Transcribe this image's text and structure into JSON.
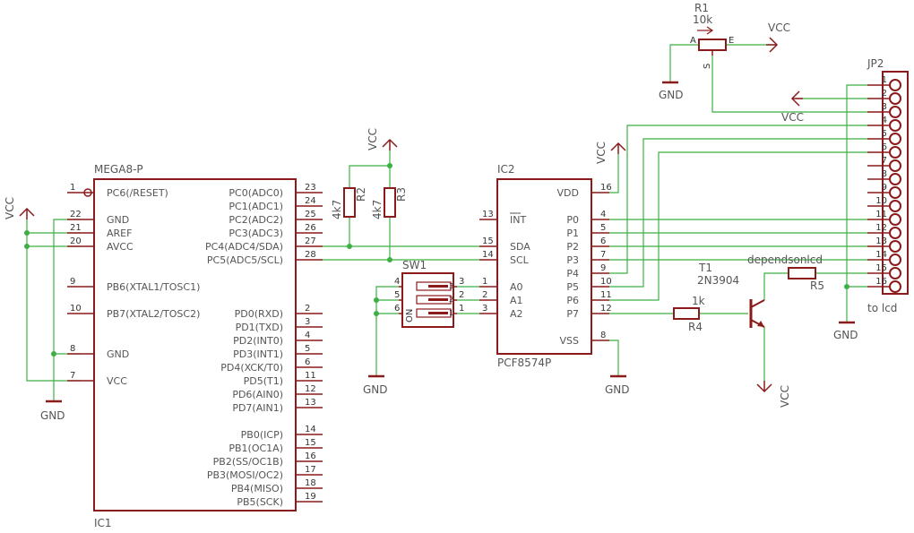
{
  "colors": {
    "part": "#8b1a1a",
    "wire": "#3cb043",
    "text": "#555555"
  },
  "ic1": {
    "name": "IC1",
    "value": "MEGA8-P",
    "left_pins": [
      {
        "num": "1",
        "label": "PC6(/RESET)"
      },
      {
        "num": "22",
        "label": "GND"
      },
      {
        "num": "21",
        "label": "AREF"
      },
      {
        "num": "20",
        "label": "AVCC"
      },
      {
        "num": "9",
        "label": "PB6(XTAL1/TOSC1)"
      },
      {
        "num": "10",
        "label": "PB7(XTAL2/TOSC2)"
      },
      {
        "num": "8",
        "label": "GND"
      },
      {
        "num": "7",
        "label": "VCC"
      }
    ],
    "right_pins": [
      {
        "num": "23",
        "label": "PC0(ADC0)"
      },
      {
        "num": "24",
        "label": "PC1(ADC1)"
      },
      {
        "num": "25",
        "label": "PC2(ADC2)"
      },
      {
        "num": "26",
        "label": "PC3(ADC3)"
      },
      {
        "num": "27",
        "label": "PC4(ADC4/SDA)"
      },
      {
        "num": "28",
        "label": "PC5(ADC5/SCL)"
      },
      {
        "num": "2",
        "label": "PD0(RXD)"
      },
      {
        "num": "3",
        "label": "PD1(TXD)"
      },
      {
        "num": "4",
        "label": "PD2(INT0)"
      },
      {
        "num": "5",
        "label": "PD3(INT1)"
      },
      {
        "num": "6",
        "label": "PD4(XCK/T0)"
      },
      {
        "num": "11",
        "label": "PD5(T1)"
      },
      {
        "num": "12",
        "label": "PD6(AIN0)"
      },
      {
        "num": "13",
        "label": "PD7(AIN1)"
      },
      {
        "num": "14",
        "label": "PB0(ICP)"
      },
      {
        "num": "15",
        "label": "PB1(OC1A)"
      },
      {
        "num": "16",
        "label": "PB2(SS/OC1B)"
      },
      {
        "num": "17",
        "label": "PB3(MOSI/OC2)"
      },
      {
        "num": "18",
        "label": "PB4(MISO)"
      },
      {
        "num": "19",
        "label": "PB5(SCK)"
      }
    ]
  },
  "ic2": {
    "name": "IC2",
    "value": "PCF8574P",
    "left_pins": [
      {
        "num": "13",
        "label": "INT"
      },
      {
        "num": "15",
        "label": "SDA"
      },
      {
        "num": "14",
        "label": "SCL"
      },
      {
        "num": "1",
        "label": "A0"
      },
      {
        "num": "2",
        "label": "A1"
      },
      {
        "num": "3",
        "label": "A2"
      }
    ],
    "right_pins": [
      {
        "num": "16",
        "label": "VDD"
      },
      {
        "num": "4",
        "label": "P0"
      },
      {
        "num": "5",
        "label": "P1"
      },
      {
        "num": "6",
        "label": "P2"
      },
      {
        "num": "7",
        "label": "P3"
      },
      {
        "num": "9",
        "label": "P4"
      },
      {
        "num": "10",
        "label": "P5"
      },
      {
        "num": "11",
        "label": "P6"
      },
      {
        "num": "12",
        "label": "P7"
      },
      {
        "num": "8",
        "label": "VSS"
      }
    ]
  },
  "r1": {
    "name": "R1",
    "value": "10k",
    "pin_a": "A",
    "pin_e": "E",
    "pin_s": "S"
  },
  "r2": {
    "name": "R2",
    "value": "4k7"
  },
  "r3": {
    "name": "R3",
    "value": "4k7"
  },
  "r4": {
    "name": "R4",
    "value": "1k"
  },
  "r5": {
    "name": "R5",
    "value": "dependsonlcd"
  },
  "t1": {
    "name": "T1",
    "value": "2N3904"
  },
  "sw1": {
    "name": "SW1",
    "on_label": "ON",
    "left_nums": [
      "4",
      "5",
      "6"
    ],
    "right_nums": [
      "3",
      "2",
      "1"
    ],
    "inner_nums": [
      "3",
      "2",
      "1"
    ]
  },
  "jp2": {
    "name": "JP2",
    "caption": "to lcd",
    "pins": [
      "1",
      "2",
      "3",
      "4",
      "5",
      "6",
      "7",
      "8",
      "9",
      "10",
      "11",
      "12",
      "13",
      "14",
      "15",
      "16"
    ]
  },
  "supplies": {
    "vcc": "VCC",
    "gnd": "GND"
  }
}
